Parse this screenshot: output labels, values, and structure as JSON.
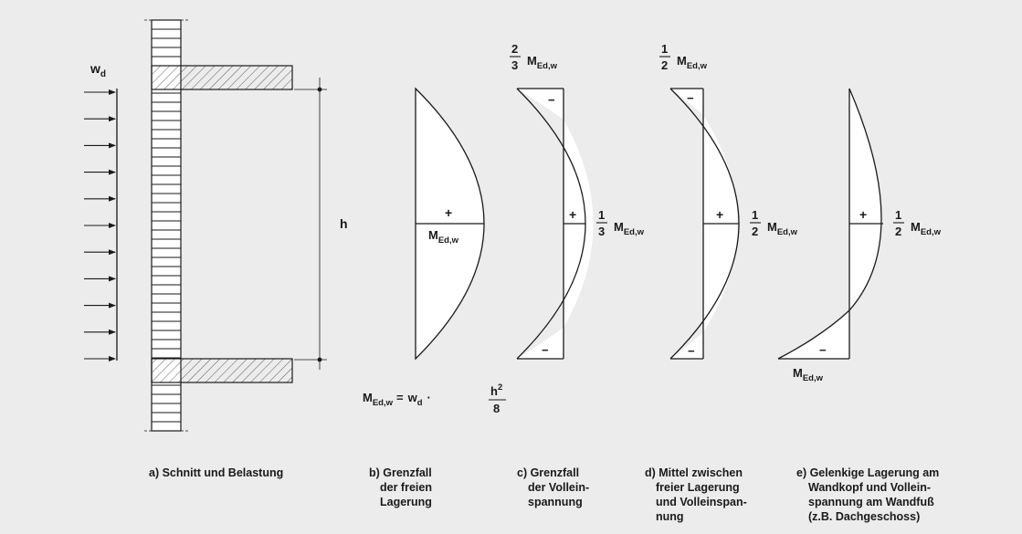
{
  "load": {
    "symbol": "w",
    "subscript": "d"
  },
  "height_label": "h",
  "moment": {
    "symbol": "M",
    "subscript": "Ed,w"
  },
  "signs": {
    "plus": "+",
    "minus": "−"
  },
  "fractions": {
    "c_top": {
      "num": "2",
      "den": "3"
    },
    "c_mid": {
      "num": "1",
      "den": "3"
    },
    "d_top": {
      "num": "1",
      "den": "2"
    },
    "d_mid": {
      "num": "1",
      "den": "2"
    },
    "e_mid": {
      "num": "1",
      "den": "2"
    }
  },
  "formula": {
    "lhs_symbol": "M",
    "lhs_subscript": "Ed,w",
    "equals": "=",
    "w_symbol": "w",
    "w_subscript": "d",
    "dot": "·",
    "num_base": "h",
    "num_exp": "2",
    "den": "8"
  },
  "captions": {
    "a": [
      "a) Schnitt und Belastung"
    ],
    "b": [
      "b) Grenzfall",
      "der freien",
      "Lagerung"
    ],
    "c": [
      "c) Grenzfall",
      "der Vollein-",
      "spannung"
    ],
    "d": [
      "d) Mittel zwischen",
      "freier Lagerung",
      "und Volleinspan-",
      "nung"
    ],
    "e": [
      "e) Gelenkige Lagerung am",
      "Wandkopf und Vollein-",
      "spannung am Wandfuß",
      "(z.B. Dachgeschoss)"
    ]
  }
}
